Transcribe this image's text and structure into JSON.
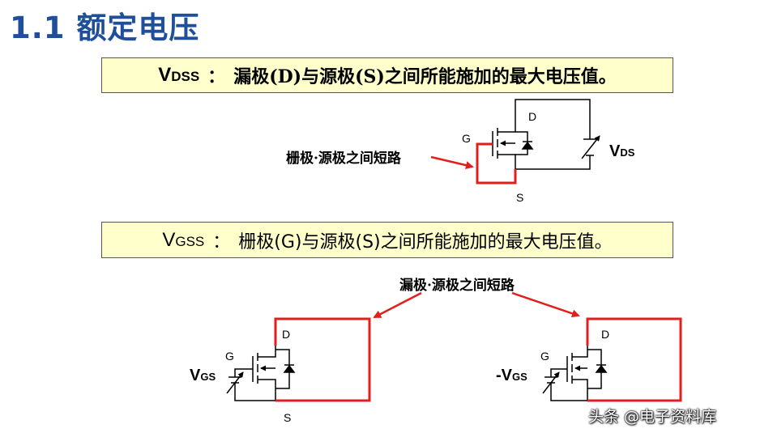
{
  "title": "1.1 额定电压",
  "box1": {
    "symbol_main": "V",
    "symbol_sub": "DSS",
    "separator": "：",
    "text": "漏极(D)与源极(S)之间所能施加的最大电压值。"
  },
  "box2": {
    "symbol_main": "V",
    "symbol_sub": "GSS",
    "separator": "：",
    "text": "栅极(G)与源极(S)之间所能施加的最大电压值。"
  },
  "diagram1": {
    "gate_label": "G",
    "drain_label": "D",
    "source_label": "S",
    "short_note": "栅极·源极之间短路",
    "source_main": "V",
    "source_sub": "DS"
  },
  "diagram2": {
    "short_note": "漏极·源极之间短路",
    "left": {
      "gate_label": "G",
      "drain_label": "D",
      "source_label": "S",
      "source_main": "V",
      "source_sub": "GS"
    },
    "right": {
      "gate_label": "G",
      "drain_label": "D",
      "source_main": "-V",
      "source_sub": "GS"
    }
  },
  "watermark": "头条 @电子资料库",
  "colors": {
    "title": "#1f4e9a",
    "box_fill": "#ffffcc",
    "highlight": "#e0201c",
    "wire": "#000000"
  }
}
